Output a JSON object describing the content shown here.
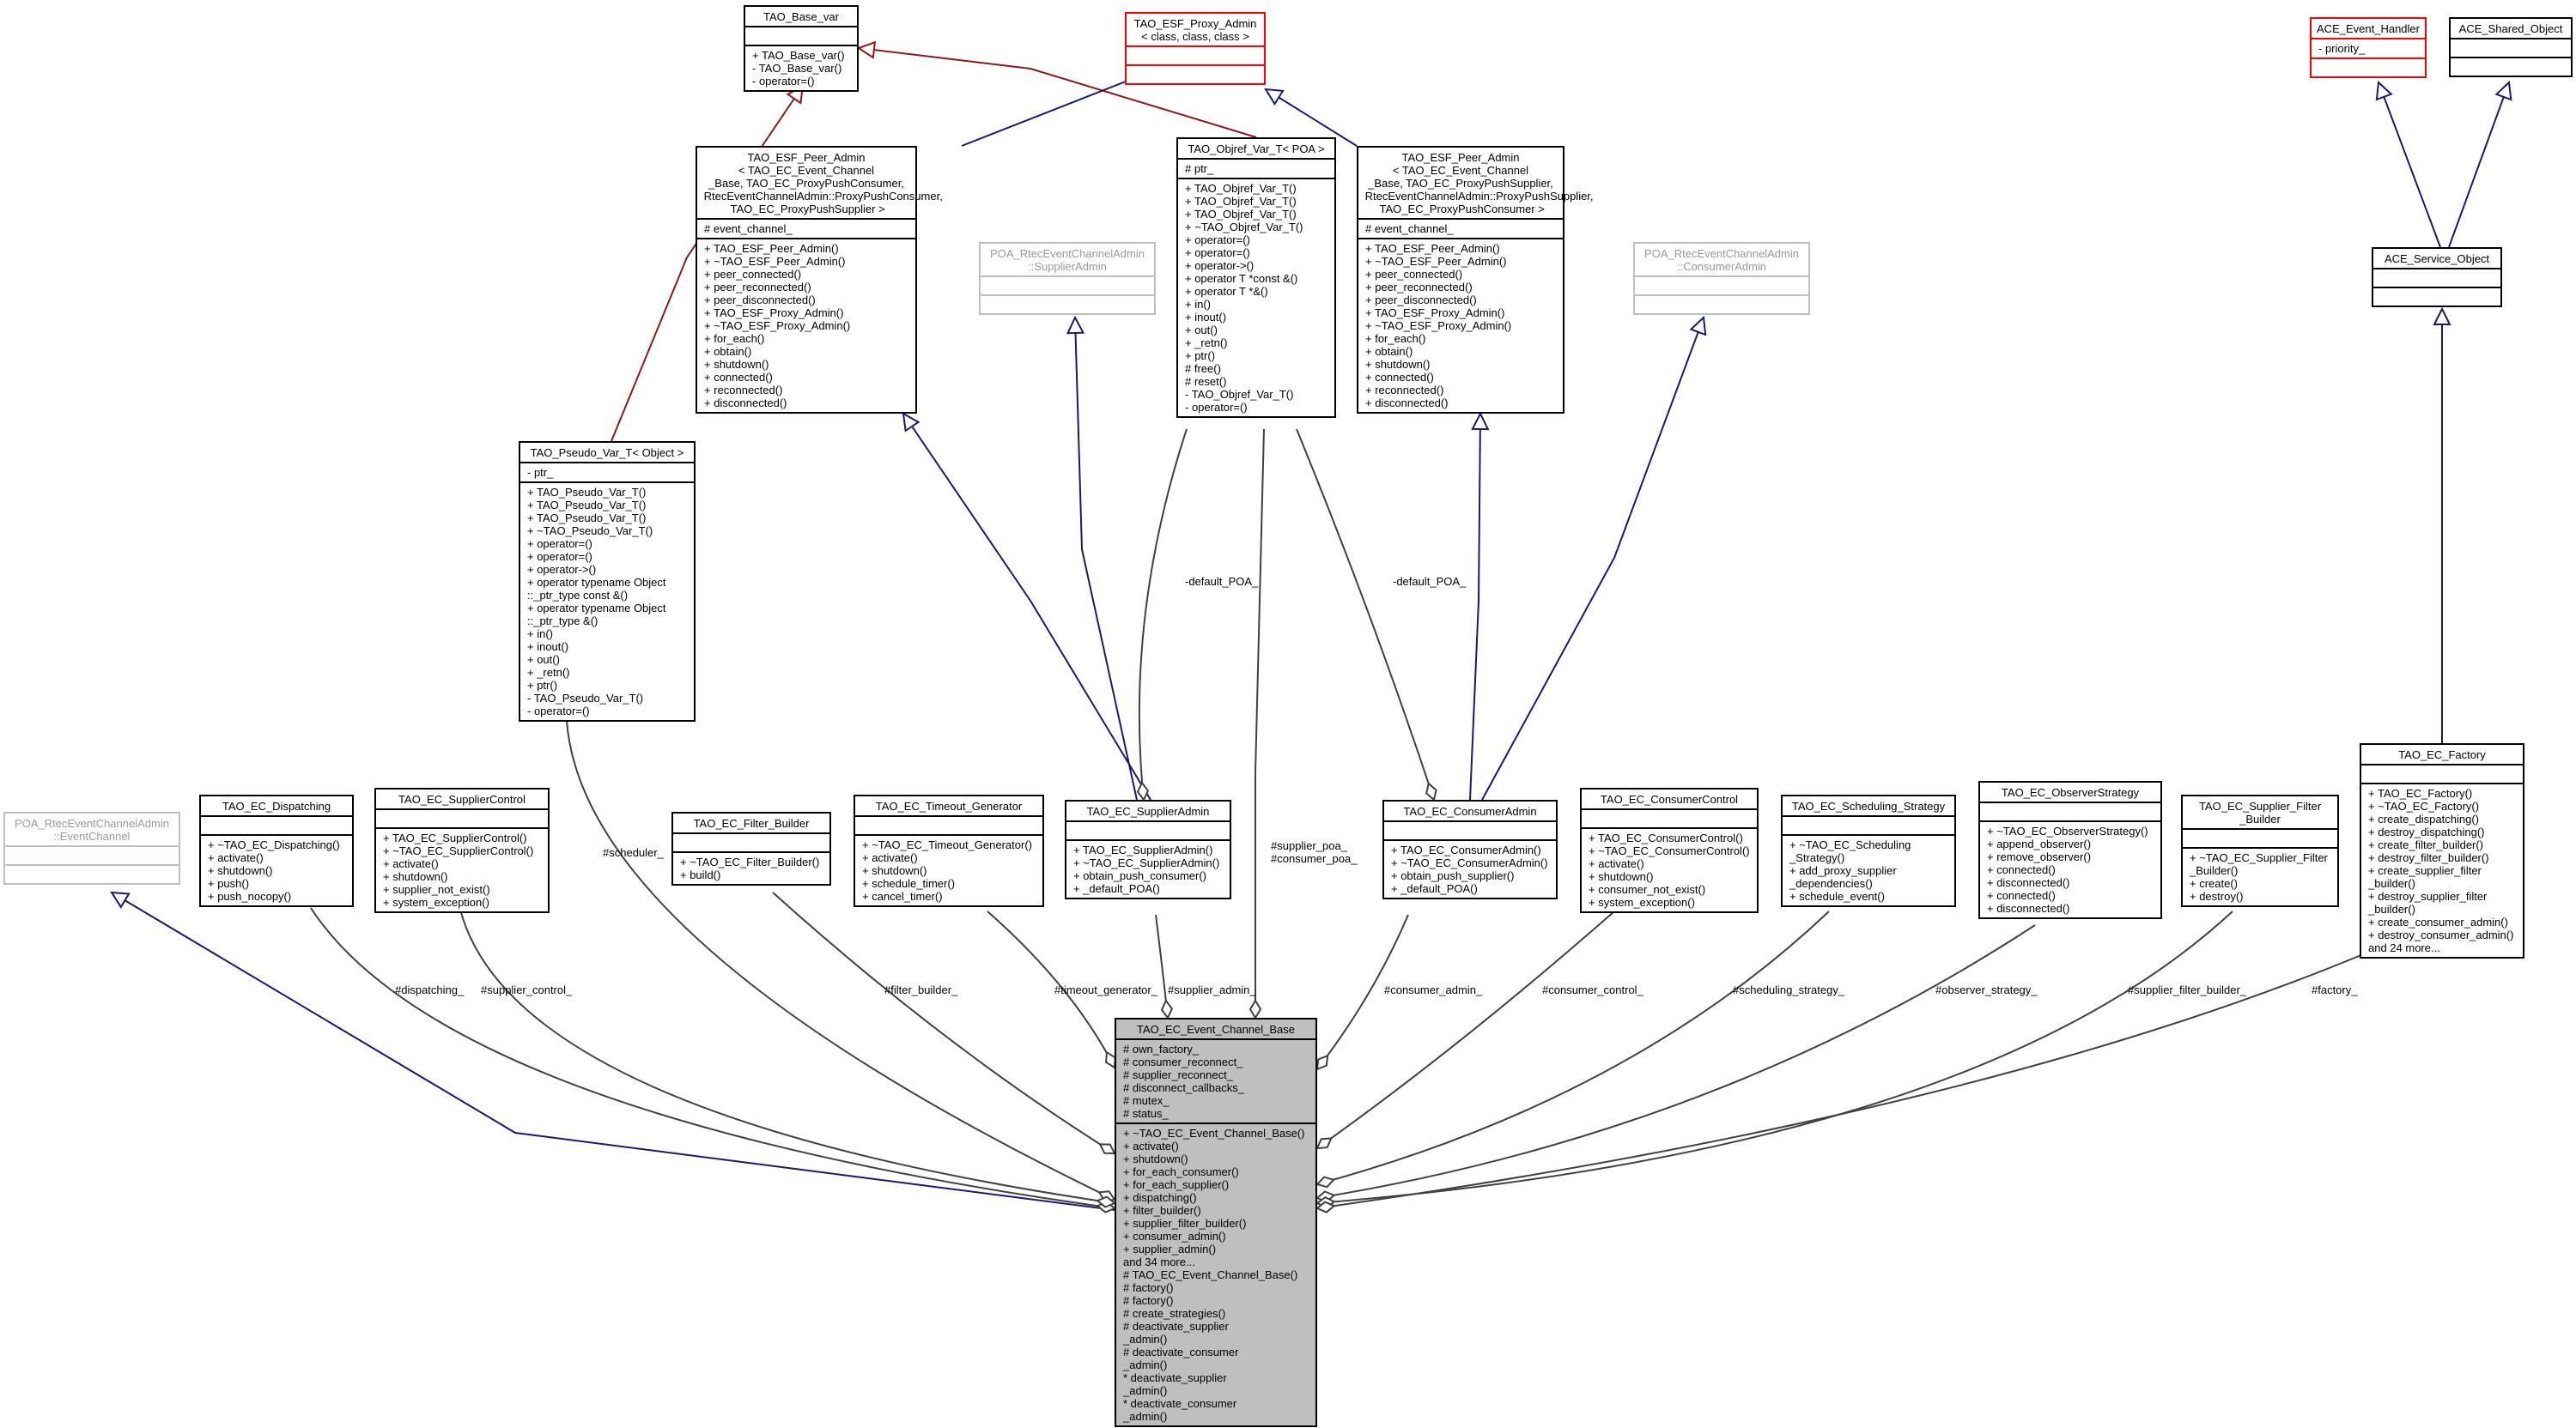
{
  "classes": {
    "tao_base_var": {
      "title": "TAO_Base_var",
      "attrs": [],
      "methods": [
        "+ TAO_Base_var()",
        "- TAO_Base_var()",
        "- operator=()"
      ]
    },
    "tao_esf_proxy_admin": {
      "title": "TAO_ESF_Proxy_Admin\n< class, class, class >",
      "attrs": [],
      "methods": []
    },
    "ace_event_handler": {
      "title": "ACE_Event_Handler",
      "attrs": [
        "- priority_"
      ],
      "methods": []
    },
    "ace_shared_object": {
      "title": "ACE_Shared_Object",
      "attrs": [],
      "methods": []
    },
    "ace_service_object": {
      "title": "ACE_Service_Object",
      "attrs": [],
      "methods": []
    },
    "esf_peer_admin_consumer": {
      "title": "TAO_ESF_Peer_Admin\n< TAO_EC_Event_Channel\n_Base, TAO_EC_ProxyPushConsumer,\n RtecEventChannelAdmin::ProxyPushConsumer,\n TAO_EC_ProxyPushSupplier >",
      "attrs": [
        "# event_channel_"
      ],
      "methods": [
        "+ TAO_ESF_Peer_Admin()",
        "+ ~TAO_ESF_Peer_Admin()",
        "+ peer_connected()",
        "+ peer_reconnected()",
        "+ peer_disconnected()",
        "+ TAO_ESF_Proxy_Admin()",
        "+ ~TAO_ESF_Proxy_Admin()",
        "+ for_each()",
        "+ obtain()",
        "+ shutdown()",
        "+ connected()",
        "+ reconnected()",
        "+ disconnected()"
      ]
    },
    "objref_var": {
      "title": "TAO_Objref_Var_T< POA >",
      "attrs": [
        "# ptr_"
      ],
      "methods": [
        "+ TAO_Objref_Var_T()",
        "+ TAO_Objref_Var_T()",
        "+ TAO_Objref_Var_T()",
        "+ ~TAO_Objref_Var_T()",
        "+ operator=()",
        "+ operator=()",
        "+ operator->()",
        "+ operator T *const &()",
        "+ operator T *&()",
        "+ in()",
        "+ inout()",
        "+ out()",
        "+ _retn()",
        "+ ptr()",
        "# free()",
        "# reset()",
        "- TAO_Objref_Var_T()",
        "- operator=()"
      ]
    },
    "esf_peer_admin_supplier": {
      "title": "TAO_ESF_Peer_Admin\n< TAO_EC_Event_Channel\n_Base, TAO_EC_ProxyPushSupplier,\n RtecEventChannelAdmin::ProxyPushSupplier,\n TAO_EC_ProxyPushConsumer >",
      "attrs": [
        "# event_channel_"
      ],
      "methods": [
        "+ TAO_ESF_Peer_Admin()",
        "+ ~TAO_ESF_Peer_Admin()",
        "+ peer_connected()",
        "+ peer_reconnected()",
        "+ peer_disconnected()",
        "+ TAO_ESF_Proxy_Admin()",
        "+ ~TAO_ESF_Proxy_Admin()",
        "+ for_each()",
        "+ obtain()",
        "+ shutdown()",
        "+ connected()",
        "+ reconnected()",
        "+ disconnected()"
      ]
    },
    "poa_supplier_admin": {
      "title": "POA_RtecEventChannelAdmin\n::SupplierAdmin",
      "attrs": [],
      "methods": []
    },
    "poa_consumer_admin": {
      "title": "POA_RtecEventChannelAdmin\n::ConsumerAdmin",
      "attrs": [],
      "methods": []
    },
    "pseudo_var": {
      "title": "TAO_Pseudo_Var_T< Object >",
      "attrs": [
        "- ptr_"
      ],
      "methods": [
        "+ TAO_Pseudo_Var_T()",
        "+ TAO_Pseudo_Var_T()",
        "+ TAO_Pseudo_Var_T()",
        "+ ~TAO_Pseudo_Var_T()",
        "+ operator=()",
        "+ operator=()",
        "+ operator->()",
        "+ operator typename Object\n::_ptr_type const &()",
        "+ operator typename Object\n::_ptr_type &()",
        "+ in()",
        "+ inout()",
        "+ out()",
        "+ _retn()",
        "+ ptr()",
        "- TAO_Pseudo_Var_T()",
        "- operator=()"
      ]
    },
    "poa_event_channel": {
      "title": "POA_RtecEventChannelAdmin\n::EventChannel",
      "attrs": [],
      "methods": []
    },
    "dispatching": {
      "title": "TAO_EC_Dispatching",
      "attrs": [],
      "methods": [
        "+ ~TAO_EC_Dispatching()",
        "+ activate()",
        "+ shutdown()",
        "+ push()",
        "+ push_nocopy()"
      ]
    },
    "supplier_control": {
      "title": "TAO_EC_SupplierControl",
      "attrs": [],
      "methods": [
        "+ TAO_EC_SupplierControl()",
        "+ ~TAO_EC_SupplierControl()",
        "+ activate()",
        "+ shutdown()",
        "+ supplier_not_exist()",
        "+ system_exception()"
      ]
    },
    "filter_builder": {
      "title": "TAO_EC_Filter_Builder",
      "attrs": [],
      "methods": [
        "+ ~TAO_EC_Filter_Builder()",
        "+ build()"
      ]
    },
    "timeout_generator": {
      "title": "TAO_EC_Timeout_Generator",
      "attrs": [],
      "methods": [
        "+ ~TAO_EC_Timeout_Generator()",
        "+ activate()",
        "+ shutdown()",
        "+ schedule_timer()",
        "+ cancel_timer()"
      ]
    },
    "supplier_admin": {
      "title": "TAO_EC_SupplierAdmin",
      "attrs": [],
      "methods": [
        "+ TAO_EC_SupplierAdmin()",
        "+ ~TAO_EC_SupplierAdmin()",
        "+ obtain_push_consumer()",
        "+ _default_POA()"
      ]
    },
    "consumer_admin": {
      "title": "TAO_EC_ConsumerAdmin",
      "attrs": [],
      "methods": [
        "+ TAO_EC_ConsumerAdmin()",
        "+ ~TAO_EC_ConsumerAdmin()",
        "+ obtain_push_supplier()",
        "+ _default_POA()"
      ]
    },
    "consumer_control": {
      "title": "TAO_EC_ConsumerControl",
      "attrs": [],
      "methods": [
        "+ TAO_EC_ConsumerControl()",
        "+ ~TAO_EC_ConsumerControl()",
        "+ activate()",
        "+ shutdown()",
        "+ consumer_not_exist()",
        "+ system_exception()"
      ]
    },
    "scheduling_strategy": {
      "title": "TAO_EC_Scheduling_Strategy",
      "attrs": [],
      "methods": [
        "+ ~TAO_EC_Scheduling\n_Strategy()",
        "+ add_proxy_supplier\n_dependencies()",
        "+ schedule_event()"
      ]
    },
    "observer_strategy": {
      "title": "TAO_EC_ObserverStrategy",
      "attrs": [],
      "methods": [
        "+ ~TAO_EC_ObserverStrategy()",
        "+ append_observer()",
        "+ remove_observer()",
        "+ connected()",
        "+ disconnected()",
        "+ connected()",
        "+ disconnected()"
      ]
    },
    "supplier_filter_builder": {
      "title": "TAO_EC_Supplier_Filter\n_Builder",
      "attrs": [],
      "methods": [
        "+ ~TAO_EC_Supplier_Filter\n_Builder()",
        "+ create()",
        "+ destroy()"
      ]
    },
    "factory": {
      "title": "TAO_EC_Factory",
      "attrs": [],
      "methods": [
        "+ TAO_EC_Factory()",
        "+ ~TAO_EC_Factory()",
        "+ create_dispatching()",
        "+ destroy_dispatching()",
        "+ create_filter_builder()",
        "+ destroy_filter_builder()",
        "+ create_supplier_filter\n_builder()",
        "+ destroy_supplier_filter\n_builder()",
        "+ create_consumer_admin()",
        "+ destroy_consumer_admin()",
        "and 24 more..."
      ]
    },
    "event_channel_base": {
      "title": "TAO_EC_Event_Channel_Base",
      "attrs": [
        "# own_factory_",
        "# consumer_reconnect_",
        "# supplier_reconnect_",
        "# disconnect_callbacks_",
        "# mutex_",
        "# status_"
      ],
      "methods": [
        "+ ~TAO_EC_Event_Channel_Base()",
        "+ activate()",
        "+ shutdown()",
        "+ for_each_consumer()",
        "+ for_each_supplier()",
        "+ dispatching()",
        "+ filter_builder()",
        "+ supplier_filter_builder()",
        "+ consumer_admin()",
        "+ supplier_admin()",
        "and 34 more...",
        "# TAO_EC_Event_Channel_Base()",
        "# factory()",
        "# factory()",
        "# create_strategies()",
        "# deactivate_supplier\n_admin()",
        "# deactivate_consumer\n_admin()",
        "* deactivate_supplier\n_admin()",
        "* deactivate_consumer\n_admin()"
      ]
    }
  },
  "edge_labels": {
    "default_poa_1": "-default_POA_",
    "default_poa_2": "-default_POA_",
    "scheduler": "#scheduler_",
    "supplier_poa": "#supplier_poa_\n#consumer_poa_",
    "dispatching": "#dispatching_",
    "supplier_control": "#supplier_control_",
    "filter_builder": "#filter_builder_",
    "timeout_generator": "#timeout_generator_",
    "supplier_admin": "#supplier_admin_",
    "consumer_admin": "#consumer_admin_",
    "consumer_control": "#consumer_control_",
    "scheduling_strategy": "#scheduling_strategy_",
    "observer_strategy": "#observer_strategy_",
    "supplier_filter_builder": "#supplier_filter_builder_",
    "factory": "#factory_"
  },
  "colors": {
    "inheritance": "#191970",
    "template": "#8b1a1a",
    "association": "#404040",
    "highlight_fill": "#bfbfbf"
  }
}
